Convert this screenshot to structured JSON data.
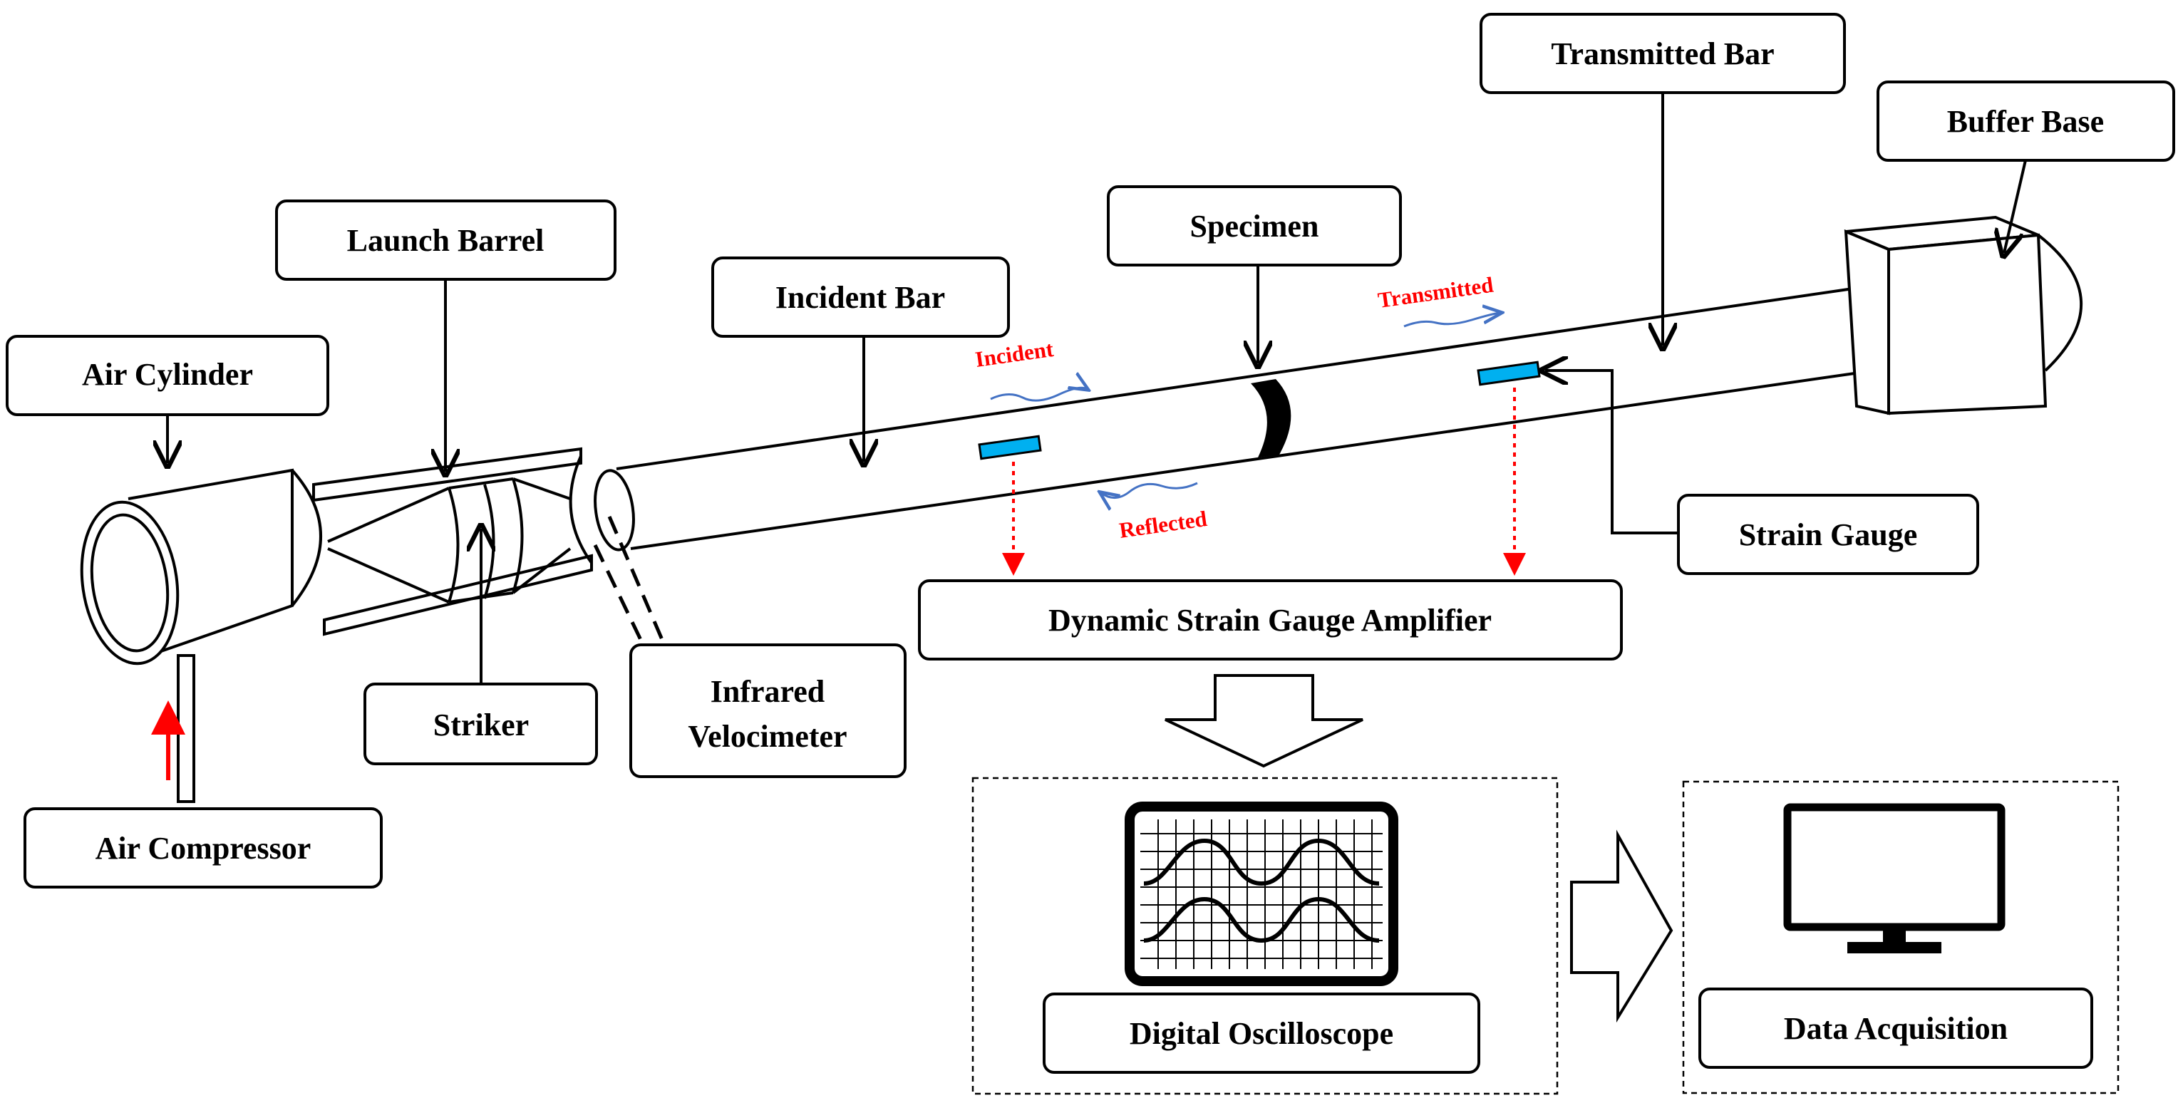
{
  "labels": {
    "air_cylinder": "Air Cylinder",
    "launch_barrel": "Launch Barrel",
    "incident_bar": "Incident Bar",
    "specimen": "Specimen",
    "transmitted_bar": "Transmitted Bar",
    "buffer_base": "Buffer Base",
    "strain_gauge": "Strain Gauge",
    "striker": "Striker",
    "infrared_velocimeter_line1": "Infrared",
    "infrared_velocimeter_line2": "Velocimeter",
    "air_compressor": "Air Compressor",
    "amplifier": "Dynamic Strain Gauge Amplifier",
    "digital_oscilloscope": "Digital Oscilloscope",
    "data_acquisition": "Data Acquisition"
  },
  "signals": {
    "incident": "Incident",
    "transmitted": "Transmitted",
    "reflected": "Reflected"
  },
  "colors": {
    "signal_text": "#ff0000",
    "wave_arrow": "#4472c4",
    "gauge_fill": "#00b0f0",
    "line": "#000000",
    "red_arrow": "#ff0000"
  },
  "icons": {
    "oscilloscope": "oscilloscope-icon",
    "monitor": "monitor-icon"
  }
}
